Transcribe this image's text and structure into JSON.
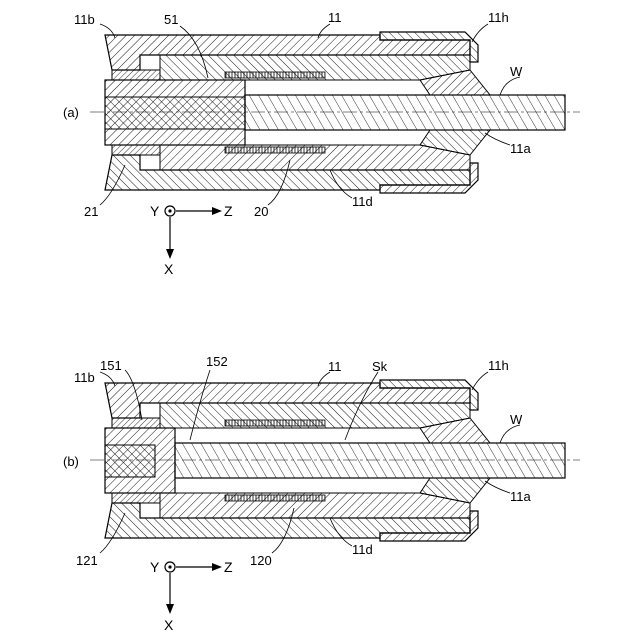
{
  "figures": [
    {
      "panel_label": "(a)",
      "labels": {
        "top_left": "11b",
        "top_mid": "51",
        "top_right": "11",
        "nut": "11h",
        "workpiece": "W",
        "collet": "11a",
        "bottom_left": "21",
        "bottom_mid": "20",
        "bottom_right": "11d"
      }
    },
    {
      "panel_label": "(b)",
      "labels": {
        "top_left": "11b",
        "top_left2": "151",
        "top_mid": "152",
        "top_right": "11",
        "gap": "Sk",
        "nut": "11h",
        "workpiece": "W",
        "collet": "11a",
        "bottom_left": "121",
        "bottom_mid": "120",
        "bottom_right": "11d"
      }
    }
  ],
  "axes": {
    "y": "Y",
    "z": "Z",
    "x": "X"
  }
}
